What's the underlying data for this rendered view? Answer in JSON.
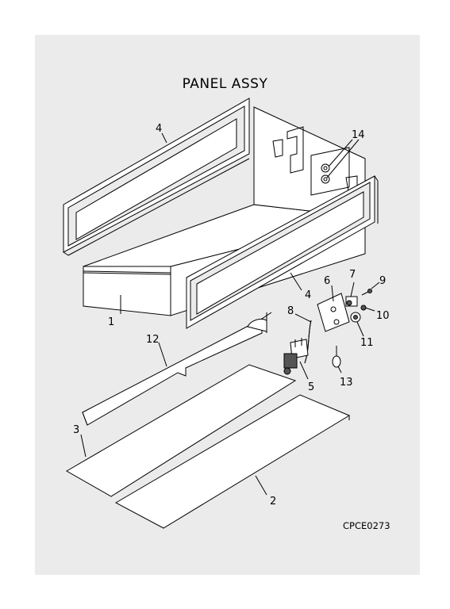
{
  "title": "PANEL ASSY",
  "drawing_code": "CPCE0273",
  "callouts": {
    "c1": "1",
    "c2": "2",
    "c3": "3",
    "c4a": "4",
    "c4b": "4",
    "c5": "5",
    "c6": "6",
    "c7": "7",
    "c8": "8",
    "c9": "9",
    "c10": "10",
    "c11": "11",
    "c12": "12",
    "c13": "13",
    "c14": "14"
  }
}
